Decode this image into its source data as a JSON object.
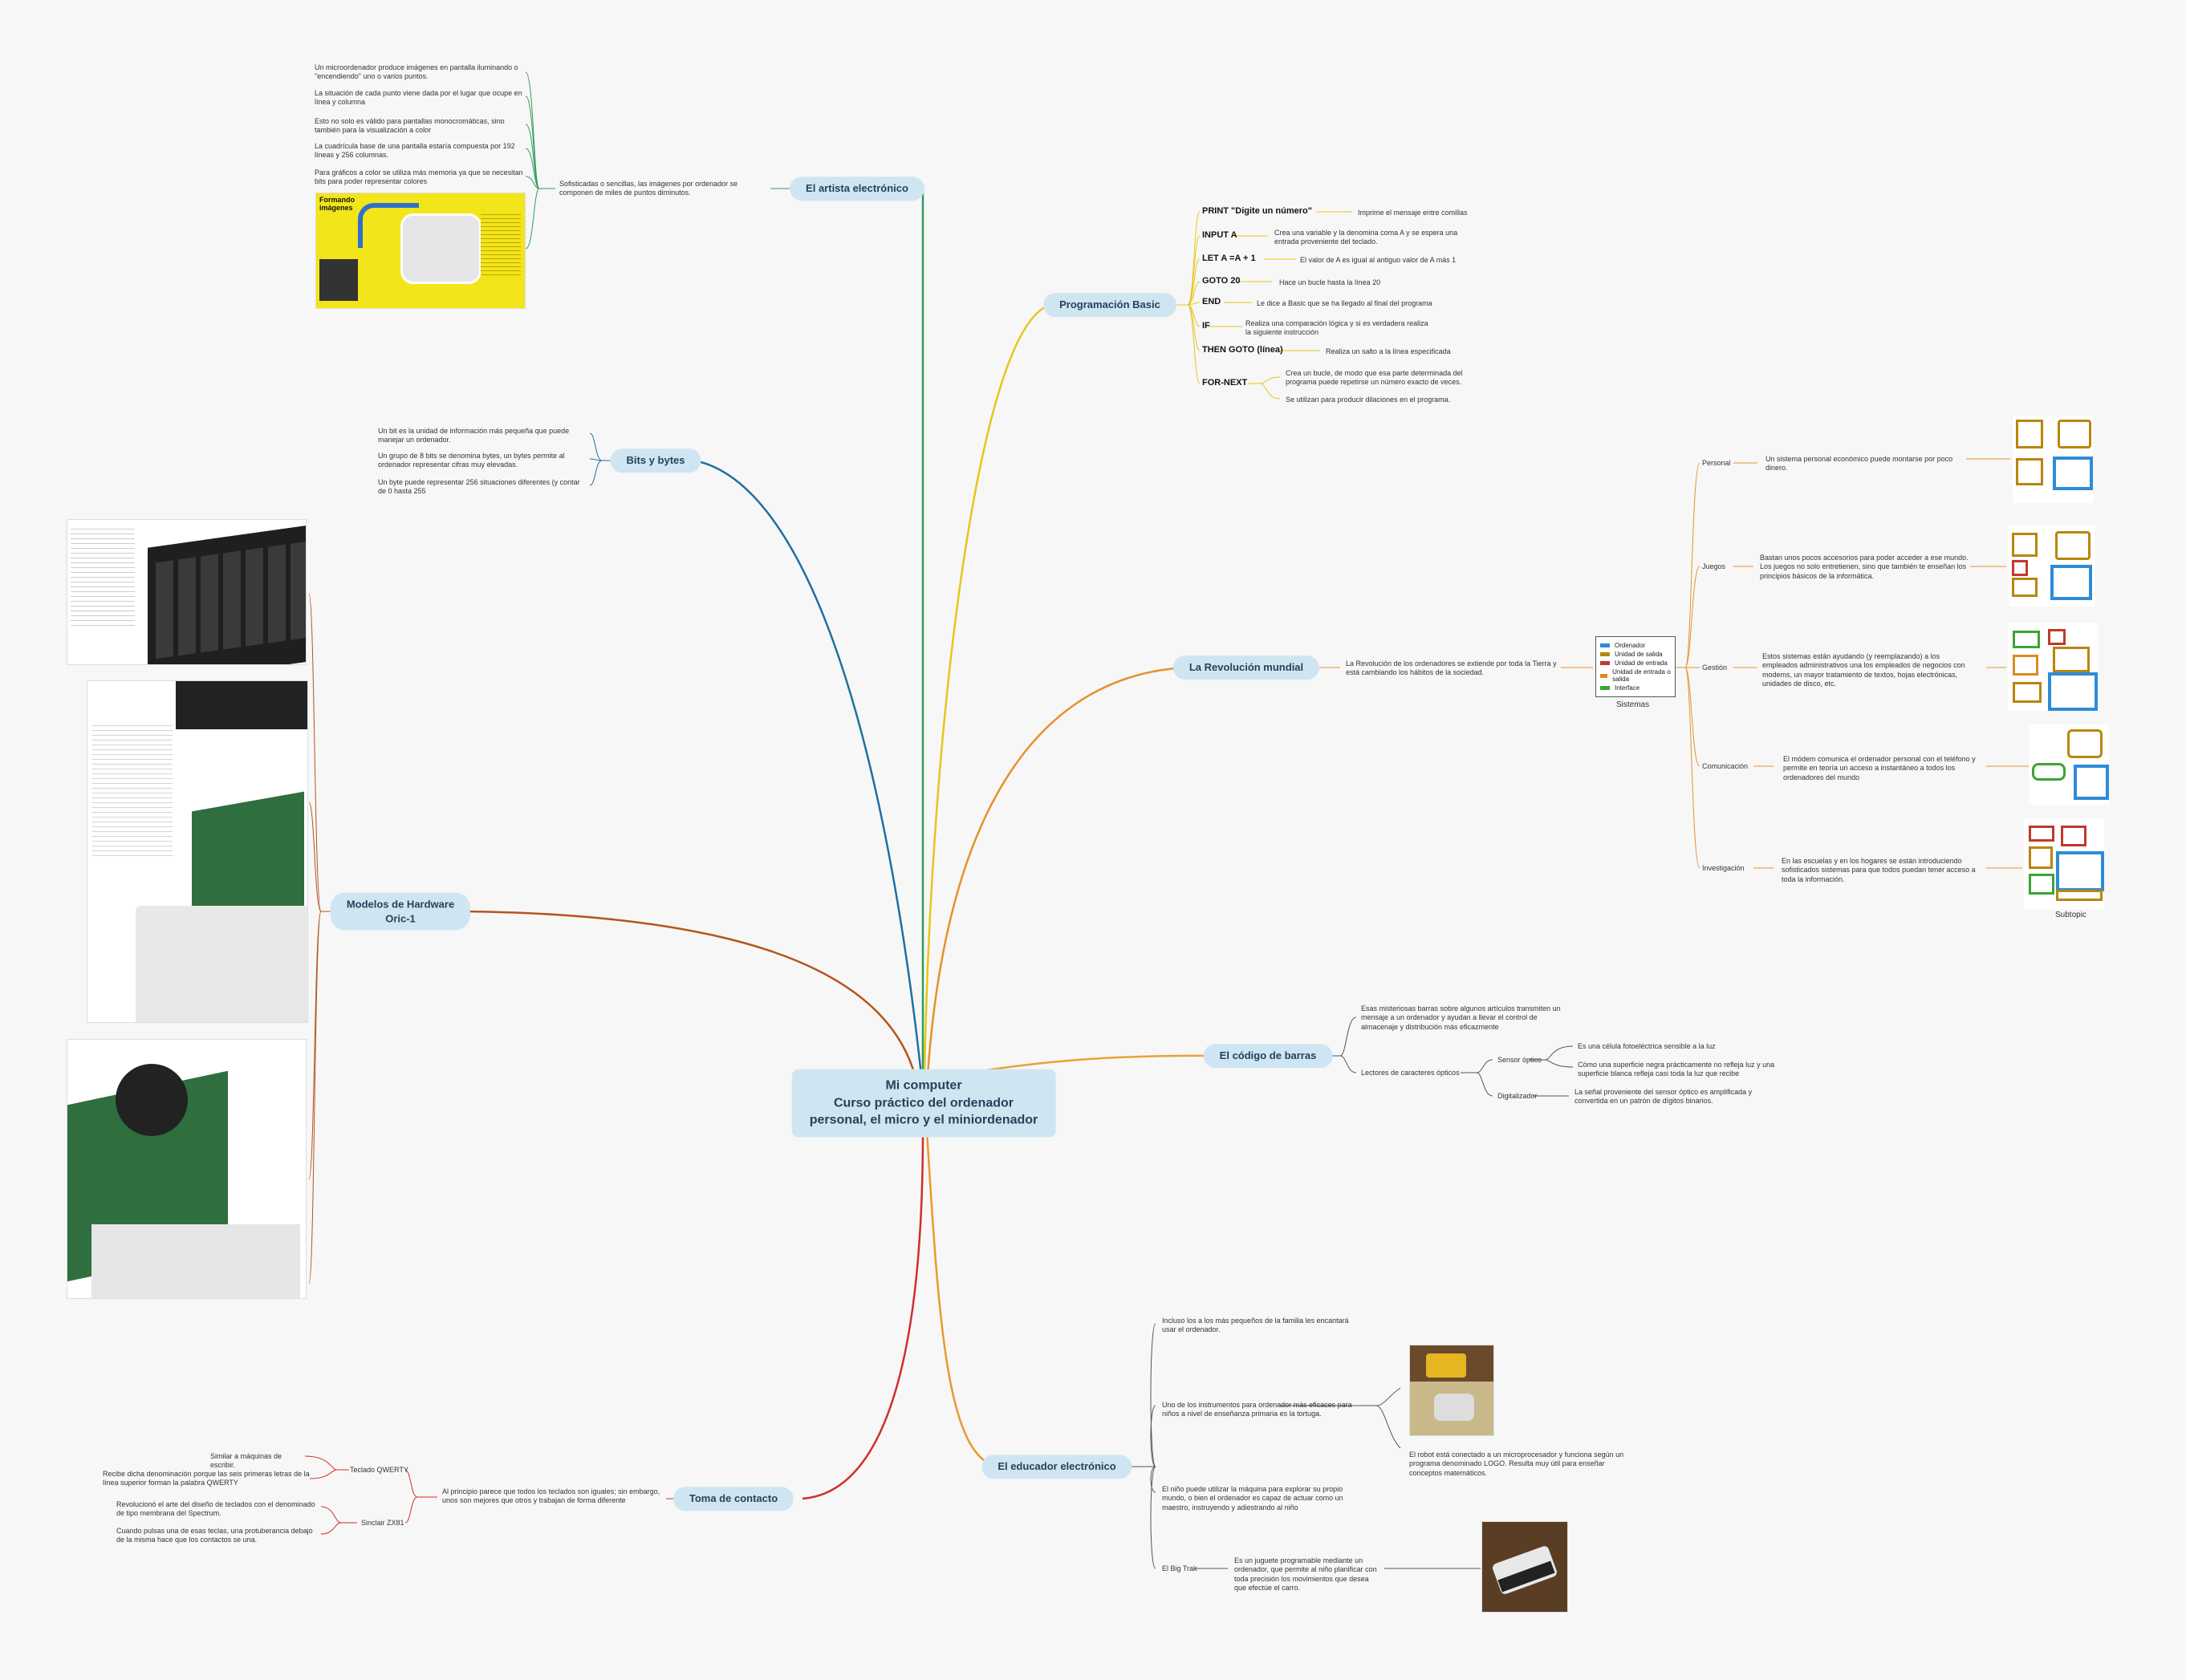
{
  "root": {
    "title_lines": [
      "Mi computer",
      "Curso práctico del ordenador",
      "personal, el micro y el miniordenador"
    ]
  },
  "branches": {
    "artista": {
      "label": "El artista electrónico",
      "summary": "Sofisticadas o sencillas, las imágenes por ordenador se componen de miles de puntos diminutos.",
      "items": [
        "Un microordenador produce imágenes en pantalla iluminando o \"encendiendo\" uno o varios puntos.",
        "La situación de cada punto viene dada por el lugar que ocupe en línea y columna",
        "Esto no solo es válido para pantallas monocromáticas, sino también para la visualización a color",
        "La cuadrícula base de una pantalla estaría compuesta por 192 líneas y 256 columnas.",
        "Para gráficos a color se utiliza más memoria ya que se necesitan bits para poder representar colores"
      ],
      "image_title": "Formando imágenes"
    },
    "bits": {
      "label": "Bits y bytes",
      "items": [
        "Un bit es la unidad de información más pequeña que puede manejar un ordenador.",
        "Un grupo de 8 bits se denomina bytes, un bytes permite al ordenador representar cifras muy elevadas.",
        "Un byte puede representar 256 situaciones diferentes (y contar de 0 hasta 255"
      ]
    },
    "hardware": {
      "label_lines": [
        "Modelos de Hardware",
        "Oric-1"
      ]
    },
    "toma": {
      "label": "Toma de contacto",
      "summary": "Al principio parece que todos los teclados son iguales; sin embargo, unos son mejores que otros y trabajan de forma diferente",
      "qwerty": {
        "label": "Teclado QWERTY",
        "items": [
          "Similar a máquinas de escribir.",
          "Recibe dicha denominación porque las seis primeras letras de la línea superior forman la palabra QWERTY"
        ]
      },
      "zx81": {
        "label": "Sinclair ZX81",
        "items": [
          "Revolucionó el arte del diseño de teclados con el denominado de tipo membrana del Spectrum.",
          "Cuando pulsas una de esas teclas, una protuberancia debajo de la misma hace que los contactos se una."
        ]
      }
    },
    "basic": {
      "label": "Programación Basic",
      "commands": [
        {
          "cmd": "PRINT \"Digite un número\"",
          "desc": "Imprime el mensaje entre comillas"
        },
        {
          "cmd": "INPUT A",
          "desc": "Crea una variable y la denomina coma A y se espera una entrada proveniente del teclado."
        },
        {
          "cmd": "LET A =A + 1",
          "desc": "El valor de A es igual al antiguo valor de A más 1"
        },
        {
          "cmd": "GOTO 20",
          "desc": "Hace un bucle hasta la línea 20"
        },
        {
          "cmd": "END",
          "desc": "Le dice a Basic que se ha llegado al final del programa"
        },
        {
          "cmd": "IF",
          "desc": "Realiza una comparación lógica y si es verdadera realiza la siguiente instrucción"
        },
        {
          "cmd": "THEN GOTO (línea)",
          "desc": "Realiza un salto a la línea especificada"
        },
        {
          "cmd": "FOR-NEXT",
          "desc": "Crea un bucle, de modo que esa parte determinada del programa puede repetirse un número exacto de veces.",
          "desc2": "Se utilizan para producir dilaciones en el programa."
        }
      ]
    },
    "revolucion": {
      "label": "La Revolución mundial",
      "summary": "La Revolución de los ordenadores se extiende por toda la Tierra y está cambiando los hábitos de la sociedad.",
      "legend": [
        {
          "label": "Ordenador",
          "color": "#2e8bd8"
        },
        {
          "label": "Unidad de salida",
          "color": "#b8860b"
        },
        {
          "label": "Unidad de entrada",
          "color": "#c0392b"
        },
        {
          "label": "Unidad de entrada o salida",
          "color": "#d98c1f"
        },
        {
          "label": "Interface",
          "color": "#3aa535"
        }
      ],
      "legend_caption": "Sistemas",
      "systems": [
        {
          "label": "Personal",
          "desc": "Un sistema personal económico puede montarse por poco dinero."
        },
        {
          "label": "Juegos",
          "desc": "Bastan unos pocos accesorios para poder acceder a ese mundo. Los juegos no solo entretienen, sino que también te enseñan los principios básicos de la informática."
        },
        {
          "label": "Gestión",
          "desc": "Estos sistemas están ayudando (y reemplazando) a los empleados administrativos una los empleados de negocios con modems, un mayor tratamiento de textos, hojas electrónicas, unidades de disco, etc."
        },
        {
          "label": "Comunicación",
          "desc": "El módem comunica el ordenador personal con el teléfono y permite en teoría un acceso a instantáneo a todos los ordenadores del mundo"
        },
        {
          "label": "Investigación",
          "desc": "En las escuelas y en los hogares se están introduciendo sofisticados sistemas para que todos puedan tener acceso a toda la información."
        }
      ],
      "subtopic": "Subtopic"
    },
    "barras": {
      "label": "El código de barras",
      "intro": "Esas misteriosas barras sobre algunos artículos transmiten un mensaje a un ordenador y ayudan a llevar el control de almacenaje y distribución más eficazmente",
      "lectores": "Lectores de caracteres ópticos",
      "sensor": "Sensor óptico",
      "sensor_items": [
        "Es una célula fotoeléctrica sensible a la luz",
        "Cómo una superficie negra prácticamente no refleja luz y una superficie blanca refleja casi toda la luz que recibe"
      ],
      "digitalizador": "Digitalizador",
      "digitalizador_desc": "La señal proveniente del sensor óptico es amplificada y convertida en un patrón de dígitos binarios."
    },
    "educador": {
      "label": "El educador electrónico",
      "items": [
        "Incluso los a los más pequeños de la familia les encantará usar el ordenador.",
        "Uno de los instrumentos para ordenador más eficaces para niños a nivel de enseñanza primaria es la tortuga.",
        "El niño puede utilizar la máquina para explorar su propio mundo, o bien el ordenador es capaz de actuar como un maestro, instruyendo y adiestrando al niño"
      ],
      "robot": "El robot está conectado a un microprocesador y funciona según un programa denominado LOGO. Resulta muy útil para enseñar conceptos matemáticos.",
      "bigtrak": "El Big Trak",
      "bigtrak_desc": "Es un juguete programable mediante un ordenador, que permite al niño planificar con toda precisión los movimientos que desea que efectúe el carro."
    }
  },
  "colors": {
    "artista": "#2e9e5a",
    "bits": "#1f6fa3",
    "hardware": "#b5541c",
    "toma": "#d12d2d",
    "basic": "#e8c51b",
    "revolucion": "#e8902a",
    "barras": "#e8a332",
    "educador": "#e89a2a"
  }
}
